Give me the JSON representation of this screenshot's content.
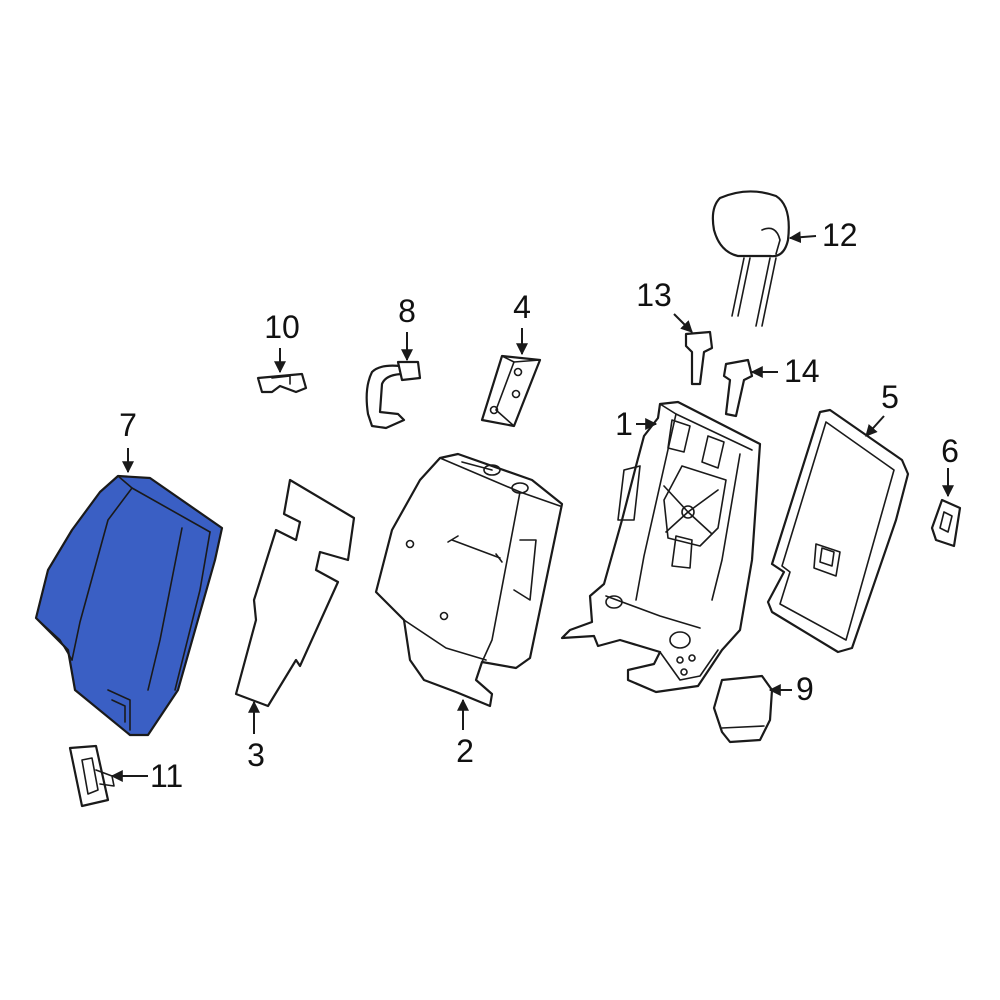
{
  "colors": {
    "highlight": "#3a5fc4",
    "line": "#1a1a1a",
    "background": "#ffffff"
  },
  "callouts": {
    "c1": "1",
    "c2": "2",
    "c3": "3",
    "c4": "4",
    "c5": "5",
    "c6": "6",
    "c7": "7",
    "c8": "8",
    "c9": "9",
    "c10": "10",
    "c11": "11",
    "c12": "12",
    "c13": "13",
    "c14": "14"
  },
  "highlighted_part": "7"
}
